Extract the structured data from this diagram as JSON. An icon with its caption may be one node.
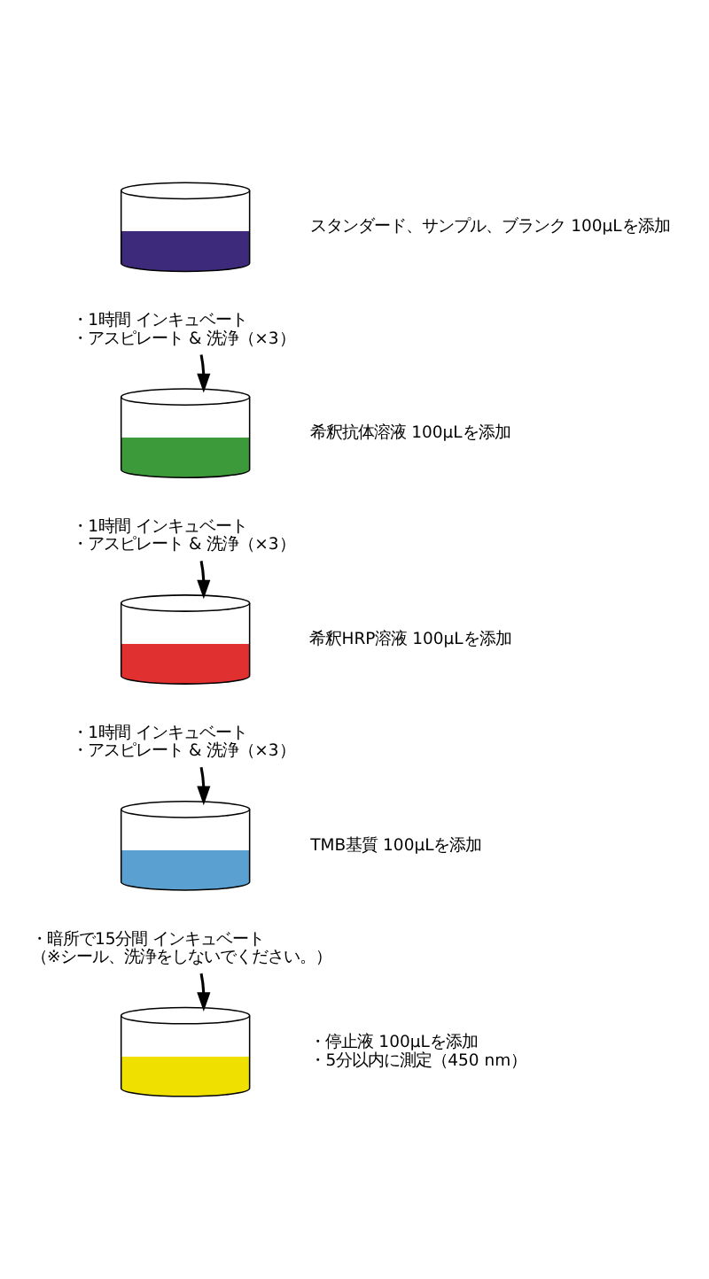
{
  "diagram": {
    "nodes": [
      {
        "text": [],
        "shape": "cylinder",
        "beside": [
          "スタンダード、サンプル、ブランク 100μLを添加"
        ]
      },
      {
        "text": [
          "・1時間 インキュベート",
          "・アスピレート & 洗浄（×3）"
        ]
      },
      {
        "text": [],
        "shape": "cylinder",
        "beside": [
          "希釈抗体溶液 100μLを添加"
        ]
      },
      {
        "text": [
          "・1時間 インキュベート",
          "・アスピレート & 洗浄（×3）"
        ]
      },
      {
        "text": [],
        "shape": "cylinder",
        "beside": [
          "希釈HRP溶液 100μLを添加"
        ]
      },
      {
        "text": [
          "・1時間 インキュベート",
          "・アスピレート & 洗浄（×3）"
        ]
      },
      {
        "text": [],
        "shape": "cylinder",
        "beside": [
          "TMB基質 100μLを添加"
        ]
      },
      {
        "text": [
          "・暗所で15分間 インキュベート",
          "（※シール、洗浄をしないでください。）"
        ]
      },
      {
        "text": [],
        "shape": "cylinder",
        "beside": [
          "・停止液 100μLを添加",
          "・5分以内に測定（450 nm）"
        ]
      }
    ],
    "edges": [
      {
        "from": 1,
        "to": 2,
        "arrow": "to"
      },
      {
        "from": 3,
        "to": 4,
        "arrow": "to"
      },
      {
        "from": 5,
        "to": 6,
        "arrow": "to"
      },
      {
        "from": 7,
        "to": 8,
        "arrow": "to"
      }
    ]
  }
}
